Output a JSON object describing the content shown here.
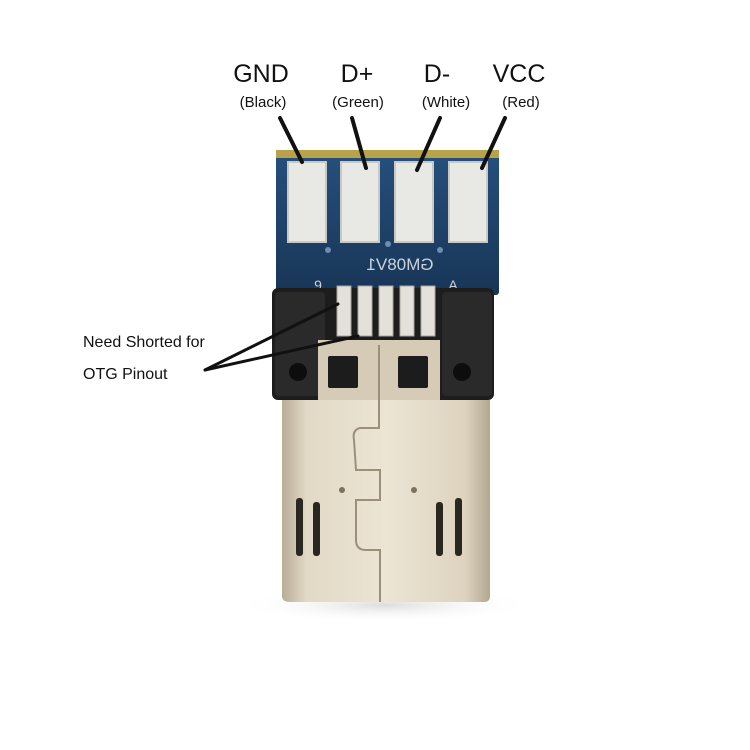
{
  "pins": [
    {
      "name": "GND",
      "color": "(Black)"
    },
    {
      "name": "D+",
      "color": "(Green)"
    },
    {
      "name": "D-",
      "color": "(White)"
    },
    {
      "name": "VCC",
      "color": "(Red)"
    }
  ],
  "note": {
    "line1": "Need Shorted for",
    "line2": "OTG Pinout"
  },
  "pcb": {
    "silkscreen_text": "GM08V1",
    "pin_mark_left": "9",
    "pin_mark_right": "A"
  },
  "colors": {
    "pcb_blue": "#1f3f66",
    "pad_silver": "#e6e6e3",
    "housing_black": "#1c1c1c",
    "shell_metal": "#d8cfba"
  }
}
